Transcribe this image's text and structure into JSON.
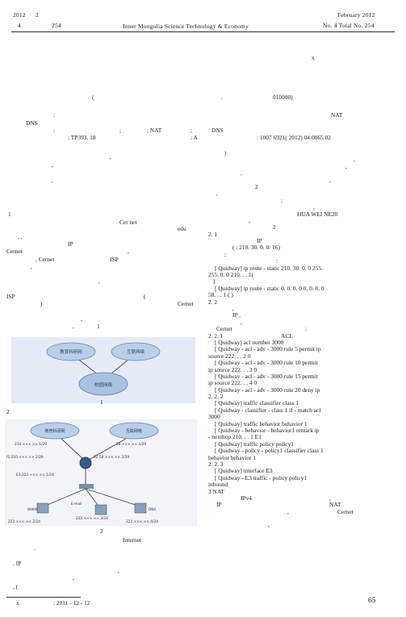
{
  "header": {
    "year": "2012",
    "vol": "2",
    "issue_no": "4",
    "total_no": "254",
    "journal": "Inner Mongolia Science Technology & Economy",
    "date": "February 2012",
    "issue_label": "No. 4 Total No. 254"
  },
  "title_marker": "x",
  "affiliation": {
    "paren": "(",
    "dot": ".",
    "zip": "010000)"
  },
  "left_meta": [
    ":",
    "DNS",
    ":",
    ": TP393. 18",
    ";",
    "; NAT",
    ";",
    "DNS",
    ": A"
  ],
  "right_meta": {
    "nat": "NAT",
    "docno": ": 1007 6921( 2012) 04 0065 02"
  },
  "left_body": [
    ",",
    ",",
    ",",
    "1",
    "Cer net",
    "edu",
    ", ,",
    "IP",
    "Cernet",
    ",",
    ", Cernet",
    "ISP",
    ",",
    ",",
    "ISP",
    "(",
    "Cernet",
    ")",
    ",",
    ",",
    "1"
  ],
  "fig1": {
    "caption": "1",
    "cloud1": "教育科研网",
    "cloud2": "互联网络",
    "center": "校园网络"
  },
  "fig2": {
    "label": "2",
    "caption": "2",
    "cloud1": "教育科研网",
    "cloud2": "互联网络",
    "r1": "210.×××.××.1/29",
    "r2": "58.×××.××.1/29",
    "r3": "f1:210.×××.××.2/29",
    "r4": "E2:58.×××.××.2/29",
    "r5": "E3:222.×××.××.1/24",
    "s1": "WWW",
    "s2": "E-mail",
    "s3": "DNS",
    "a1": "222.×××.××.2/24",
    "a2": "222.×××.××.3/24",
    "a3": "222.×××.××.4/24"
  },
  "left_after": [
    "Internet",
    ".",
    ". IP",
    ",",
    ",",
    ", ("
  ],
  "footnote": {
    "mark": "x",
    "date": ": 2011 - 12 - 12"
  },
  "right_body": [
    ")",
    ",",
    ",",
    ",",
    ",",
    "2",
    ",",
    ":",
    ",",
    "HUA WEI NE20",
    ",",
    "2",
    "2. 1",
    "IP",
    "(  : 210. 30. 0. 0/ 16)",
    ";",
    ":",
    "[ Quidway] ip route -   static  210. 30. 0. 0 255.",
    "255. 0. 0 210.        .         . 1(",
    ")",
    "[ Quidway] ip route -  static  0. 0. 0. 0 0. 0. 0. 0",
    "58.         .         . 1 (                        )",
    "2. 2",
    ",",
    "IP     ,",
    ",",
    "Cernet",
    ":",
    "2. 2. 1",
    "ACL",
    "[ Quidway] acl number 3000",
    "[ Quidway -  acl -  adv -  3000   rule 5 permit ip",
    "source 222.         .          . 2 0",
    "[ Quidway -  acl -  adv -  3000   rule 10 permit",
    "ip source 222.         .          . 3 0",
    "[ Quidway -  acl -  adv -  3000   rule 15 permit",
    "ip source 222.         .          . 4 0",
    "[ Quidway -  acl -  adv -  3000   rule 20 deny ip",
    "2. 2. 2",
    "[ Quidway] traffic classifier class 1",
    "[ Quidway -  classifier -  class 1   if -  match acl",
    "3000",
    "[ Quidway] traffic behavior behavior 1",
    "[ Quidway -  behavior -  behavior1   remark ip",
    "-  nexthop 210.          .           . 1 E1",
    "[ Quidway] traffic policy policy1",
    "[ Quidway -  policy -  policy1    classifier class 1",
    "behavior behavior 1",
    "2. 2. 3",
    "[ Quidway] interface E3",
    "[ Quidway  -  E3      traffic  -   policy  policy1",
    "inbound",
    "3   NAT",
    "IPv4",
    ",",
    "IP",
    "NAT",
    ",",
    "Cernet",
    ","
  ],
  "page_number": "65"
}
